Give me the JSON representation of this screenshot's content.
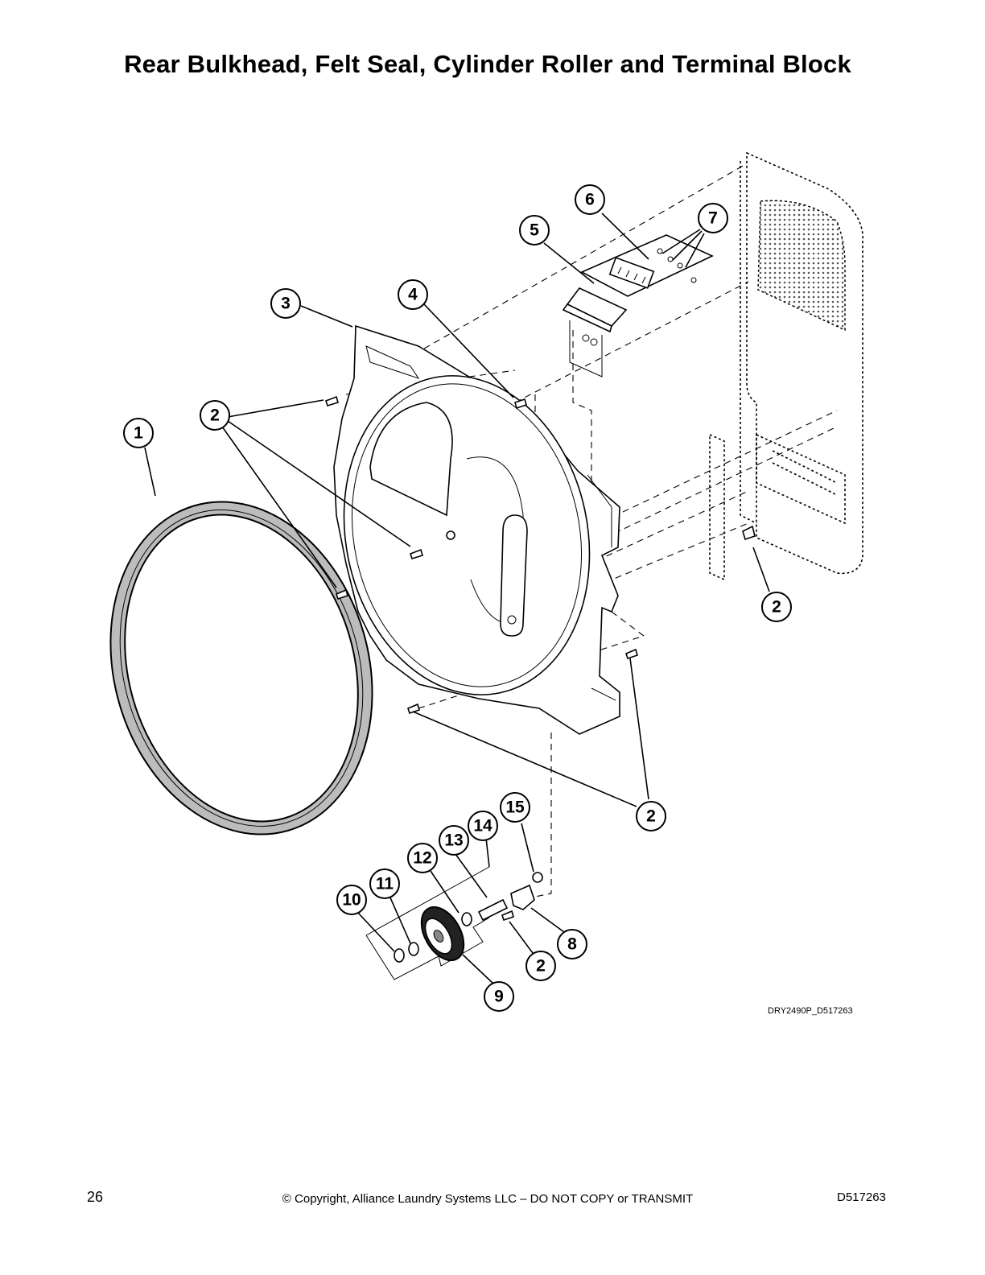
{
  "page": {
    "title": "Rear Bulkhead, Felt Seal, Cylinder Roller and Terminal Block",
    "drawing_code": "DRY2490P_D517263",
    "page_number": "26",
    "copyright": "© Copyright, Alliance Laundry Systems LLC – DO NOT COPY or TRANSMIT",
    "document_number": "D517263"
  },
  "callouts": [
    "1",
    "2",
    "3",
    "4",
    "5",
    "6",
    "7",
    "8",
    "9",
    "10",
    "11",
    "12",
    "13",
    "14",
    "15"
  ]
}
